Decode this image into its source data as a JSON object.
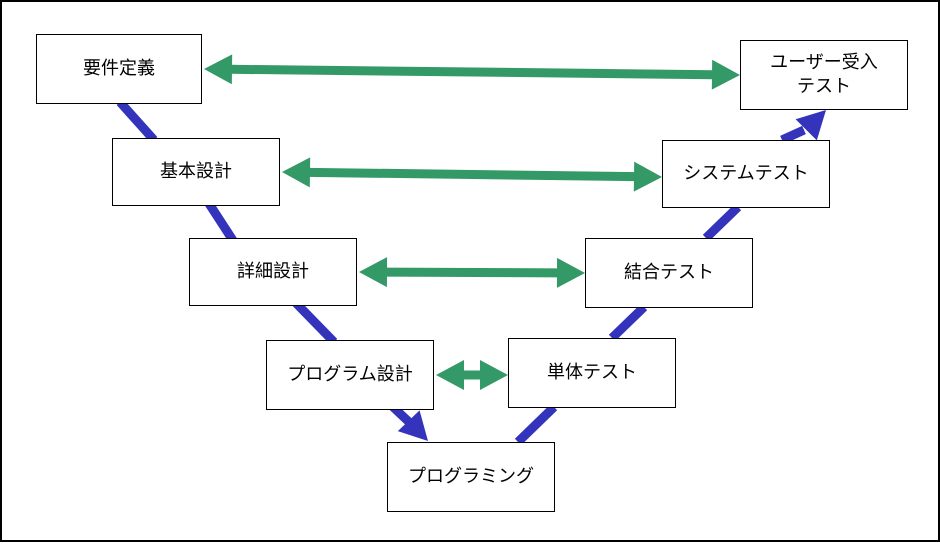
{
  "boxes": {
    "requirements": "要件定義",
    "basic_design": "基本設計",
    "detailed_design": "詳細設計",
    "program_design": "プログラム設計",
    "programming": "プログラミング",
    "unit_test": "単体テスト",
    "integration_test": "結合テスト",
    "system_test": "システムテスト",
    "acceptance_test": "ユーザー受入\nテスト"
  },
  "colors": {
    "flow_arrow": "#3333bb",
    "link_arrow": "#339966",
    "box_border": "#000000",
    "frame_border": "#000000"
  }
}
